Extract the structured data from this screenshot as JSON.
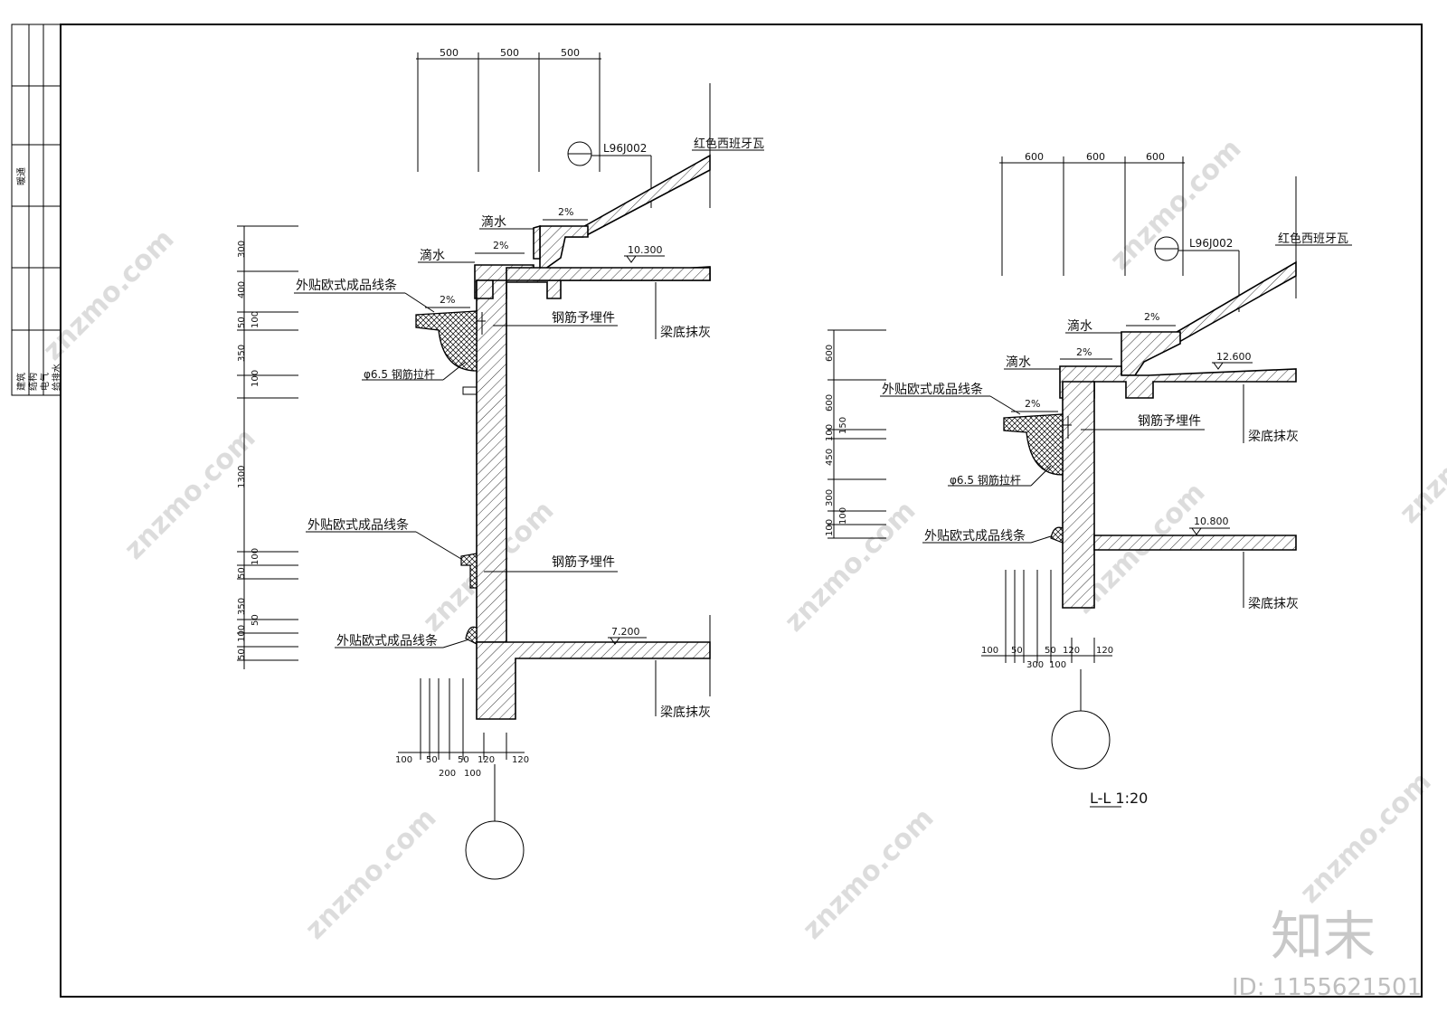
{
  "title_block": {
    "top_label": "暖通",
    "disciplines": [
      "建筑",
      "结构",
      "电气",
      "给排水"
    ]
  },
  "left_detail": {
    "top_dims": [
      "500",
      "500",
      "500"
    ],
    "ref": "L96J002",
    "tile_label": "红色西班牙瓦",
    "drip_label_1": "滴水",
    "drip_label_2": "滴水",
    "slope_1": "2%",
    "slope_2": "2%",
    "slope_3": "2%",
    "elev_top": "10.300",
    "elev_bottom": "7.200",
    "molding_label": "外贴欧式成品线条",
    "embed_label": "钢筋予埋件",
    "rod_label": "φ6.5 钢筋拉杆",
    "beam_label": "梁底抹灰",
    "left_dims": [
      "300",
      "400",
      "50",
      "100",
      "350",
      "100",
      "1300",
      "50",
      "100",
      "350",
      "50",
      "100",
      "50"
    ],
    "bottom_dims": [
      "100",
      "50",
      "50",
      "120",
      "120",
      "200",
      "100"
    ]
  },
  "right_detail": {
    "top_dims": [
      "600",
      "600",
      "600"
    ],
    "ref": "L96J002",
    "tile_label": "红色西班牙瓦",
    "drip_label_1": "滴水",
    "drip_label_2": "滴水",
    "slope_1": "2%",
    "slope_2": "2%",
    "slope_3": "2%",
    "elev_top": "12.600",
    "elev_bottom": "10.800",
    "molding_label": "外贴欧式成品线条",
    "embed_label": "钢筋予埋件",
    "rod_label": "φ6.5 钢筋拉杆",
    "beam_label": "梁底抹灰",
    "left_dims": [
      "600",
      "600",
      "100",
      "150",
      "450",
      "300",
      "100",
      "100"
    ],
    "bottom_dims": [
      "100",
      "50",
      "50",
      "120",
      "120",
      "300",
      "100"
    ],
    "section_title": "L-L 1:20"
  },
  "watermark": {
    "brand": "知末",
    "site": "znzmo.com",
    "id_text": "ID: 1155621501"
  }
}
